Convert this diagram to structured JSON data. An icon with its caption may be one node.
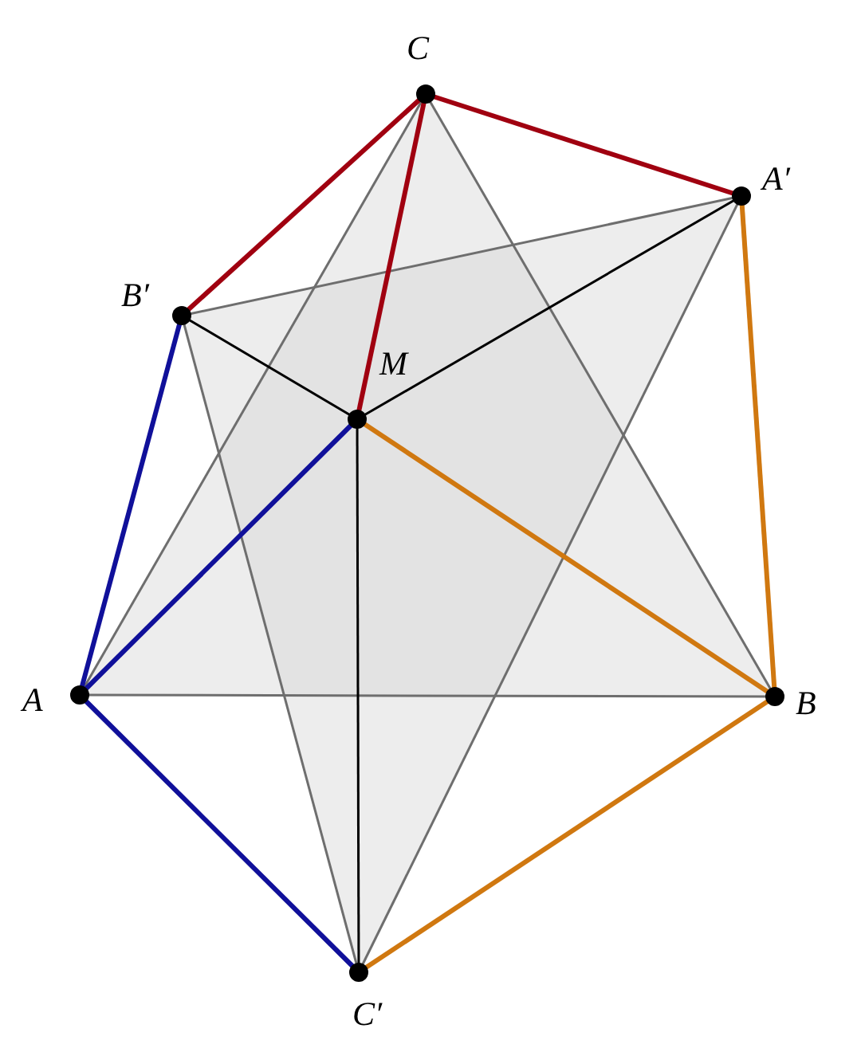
{
  "diagram": {
    "nodes": [
      {
        "text": [
          "C"
        ]
      },
      {
        "text": [
          "A′"
        ]
      },
      {
        "text": [
          "B′"
        ]
      },
      {
        "text": [
          "M"
        ]
      },
      {
        "text": [
          "A"
        ]
      },
      {
        "text": [
          "B"
        ]
      },
      {
        "text": [
          "C′"
        ]
      }
    ],
    "edges": [
      {
        "from": 4,
        "to": 5,
        "arrow": "none"
      },
      {
        "from": 5,
        "to": 0,
        "arrow": "none"
      },
      {
        "from": 0,
        "to": 4,
        "arrow": "none"
      },
      {
        "from": 1,
        "to": 2,
        "arrow": "none"
      },
      {
        "from": 2,
        "to": 6,
        "arrow": "none"
      },
      {
        "from": 6,
        "to": 1,
        "arrow": "none"
      },
      {
        "from": 3,
        "to": 2,
        "arrow": "none",
        "color": "#000000"
      },
      {
        "from": 3,
        "to": 1,
        "arrow": "none",
        "color": "#000000"
      },
      {
        "from": 3,
        "to": 6,
        "arrow": "none",
        "color": "#000000"
      },
      {
        "from": 0,
        "to": 1,
        "arrow": "none",
        "style": "thick",
        "color": "#a00010"
      },
      {
        "from": 0,
        "to": 2,
        "arrow": "none",
        "style": "thick",
        "color": "#a00010"
      },
      {
        "from": 0,
        "to": 3,
        "arrow": "none",
        "style": "thick",
        "color": "#a00010"
      },
      {
        "from": 4,
        "to": 2,
        "arrow": "none",
        "style": "thick",
        "color": "#10109a"
      },
      {
        "from": 4,
        "to": 6,
        "arrow": "none",
        "style": "thick",
        "color": "#10109a"
      },
      {
        "from": 4,
        "to": 3,
        "arrow": "none",
        "style": "thick",
        "color": "#10109a"
      },
      {
        "from": 5,
        "to": 1,
        "arrow": "none",
        "style": "thick",
        "color": "#d07810"
      },
      {
        "from": 5,
        "to": 6,
        "arrow": "none",
        "style": "thick",
        "color": "#d07810"
      },
      {
        "from": 5,
        "to": 3,
        "arrow": "none",
        "style": "thick",
        "color": "#d07810"
      }
    ]
  }
}
